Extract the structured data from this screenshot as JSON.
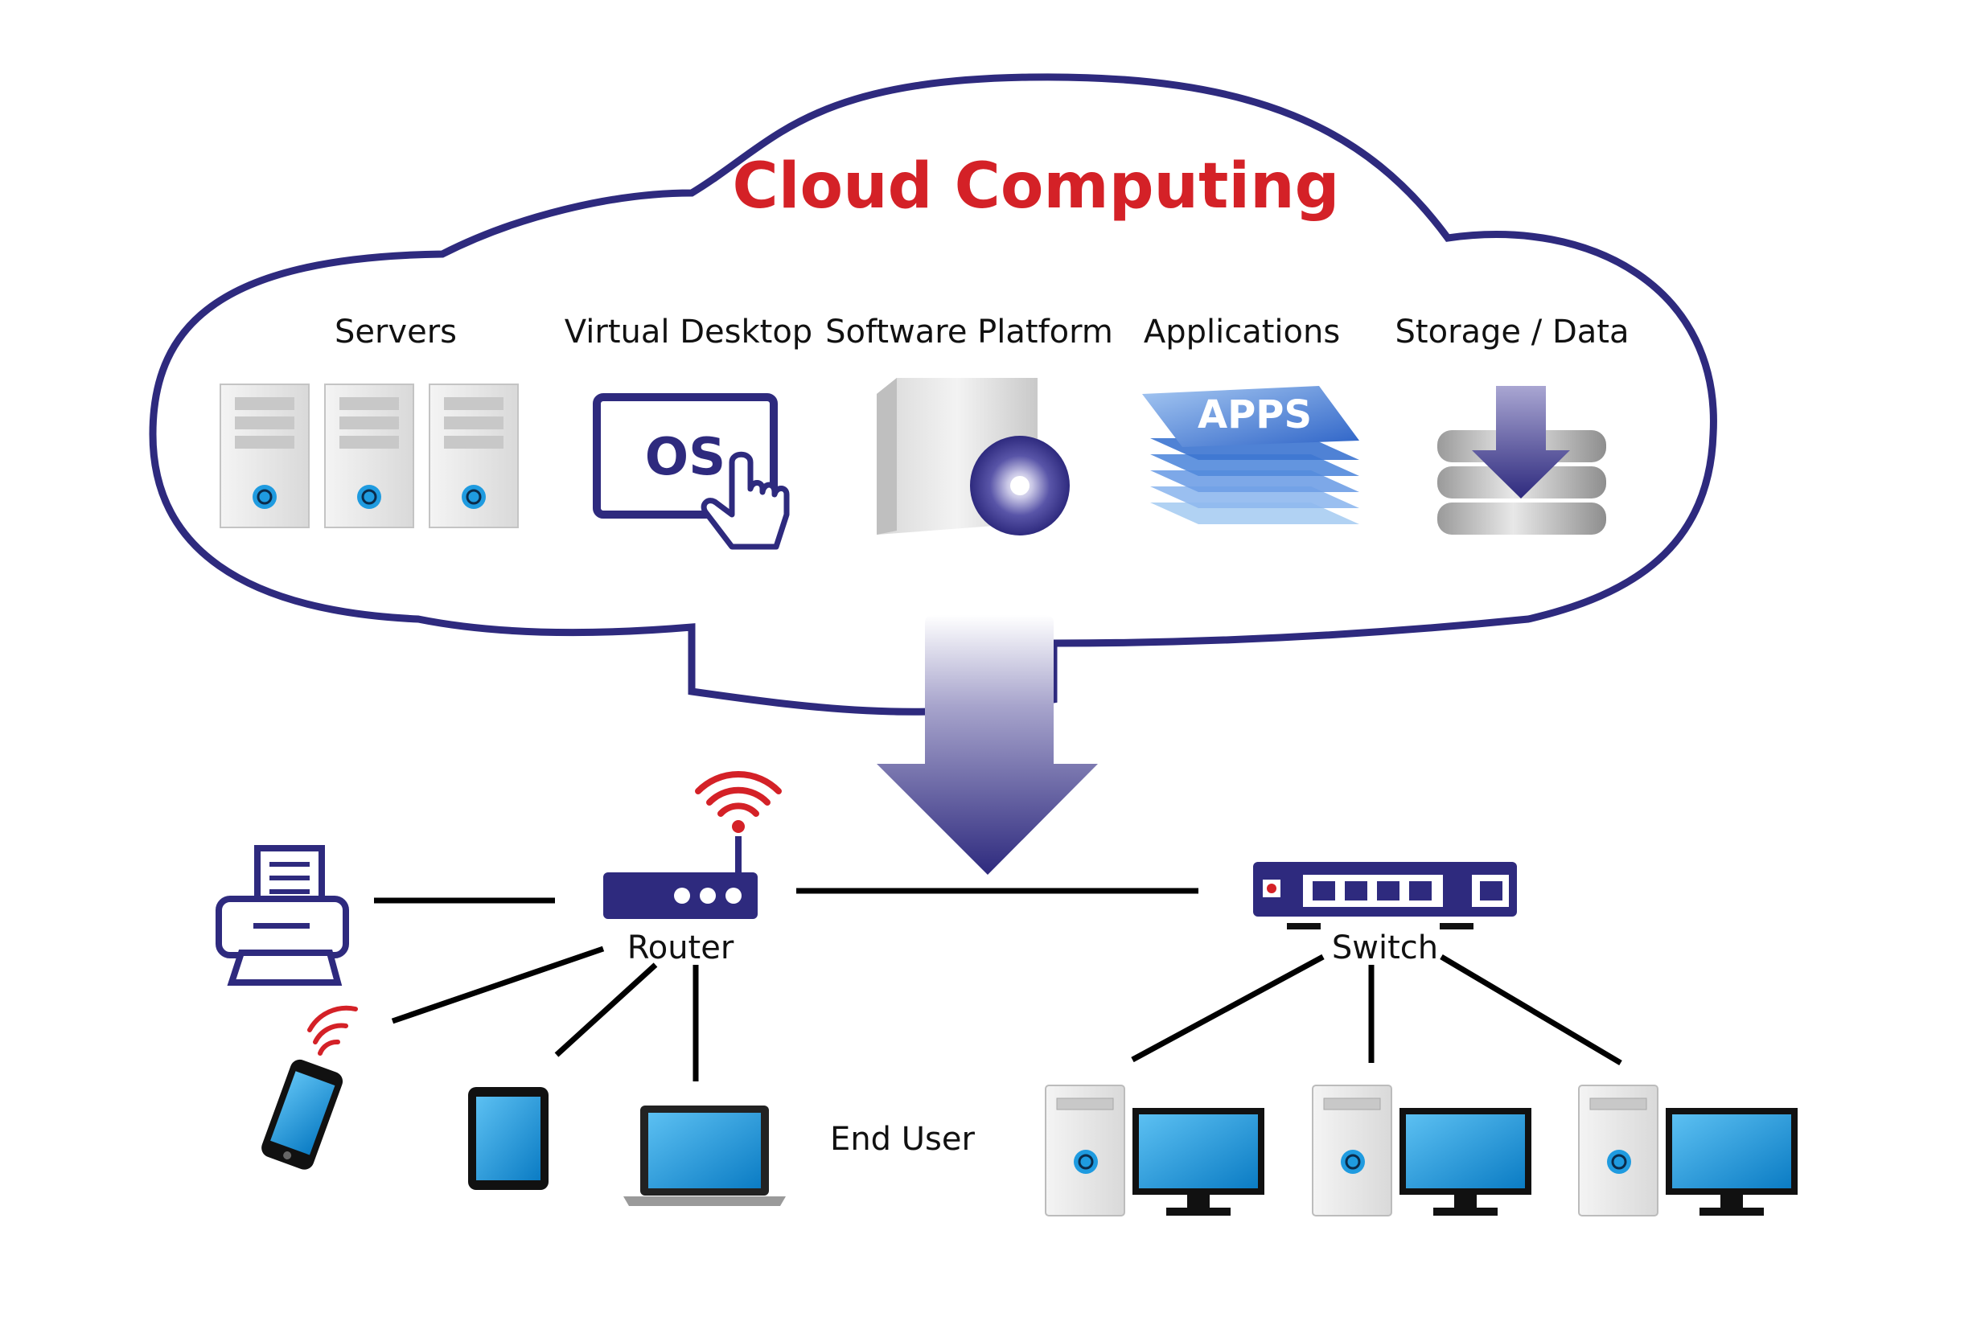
{
  "title": "Cloud Computing",
  "services": [
    {
      "label": "Servers"
    },
    {
      "label": "Virtual Desktop",
      "badge": "OS"
    },
    {
      "label": "Software Platform"
    },
    {
      "label": "Applications",
      "badge": "APPS"
    },
    {
      "label": "Storage / Data"
    }
  ],
  "network": {
    "router_label": "Router",
    "switch_label": "Switch",
    "end_user_label": "End User"
  },
  "colors": {
    "title_red": "#d42127",
    "navy": "#2e2a7e",
    "device_blue": "#1f9be0",
    "wifi_red": "#d42127",
    "line": "#000000"
  }
}
